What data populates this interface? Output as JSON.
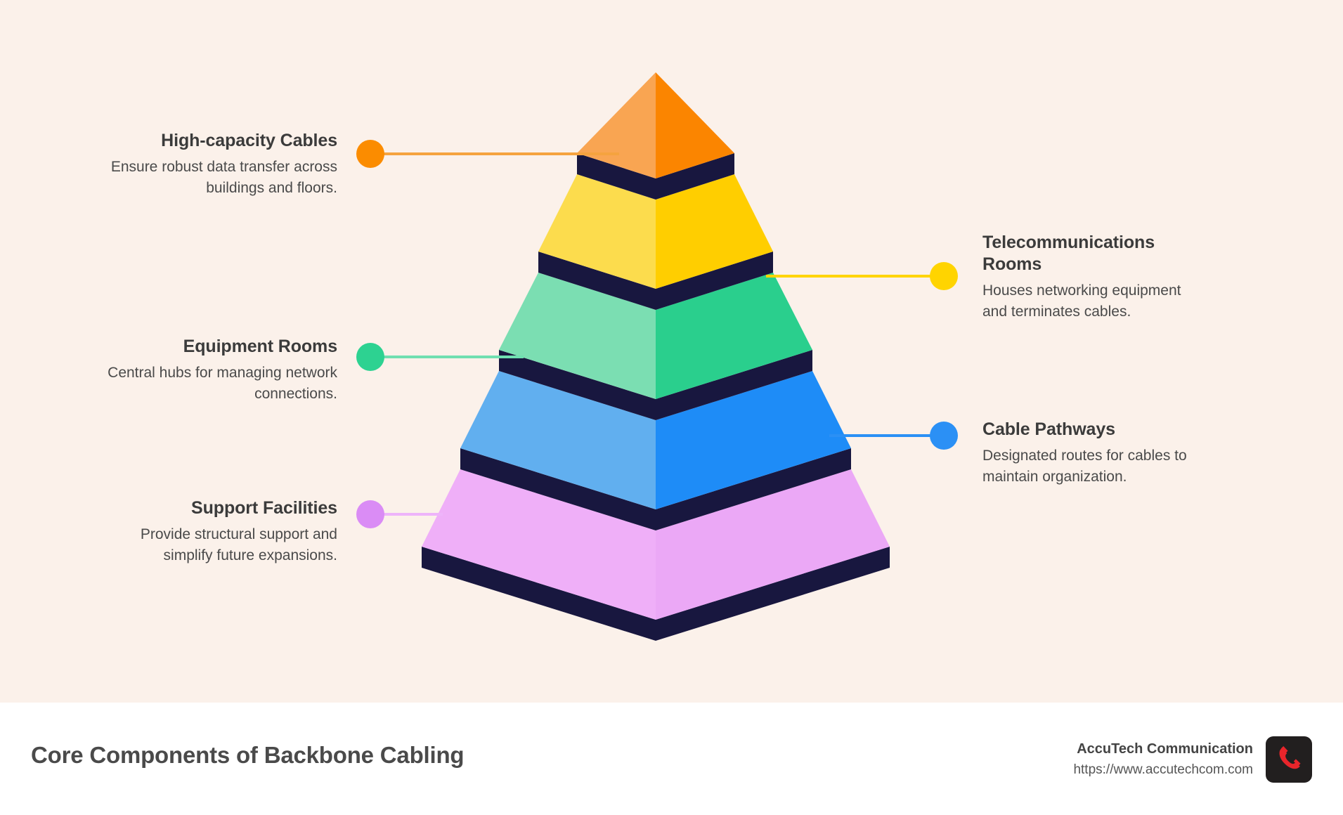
{
  "background": {
    "canvas_color": "#FBF1EA",
    "footer_color": "#FFFFFF"
  },
  "chart_data": {
    "type": "pie",
    "title": "Core Components of Backbone Cabling",
    "subtype": "3d-layered-pyramid",
    "orientation": "apex-top",
    "layer_count": 5,
    "edge_color": "#18173f",
    "categories": [
      "High-capacity Cables",
      "Telecommunications Rooms",
      "Equipment Rooms",
      "Cable Pathways",
      "Support Facilities"
    ],
    "values": [
      1,
      2,
      3,
      4,
      5
    ],
    "legend_position": "sides",
    "layers": [
      {
        "index": 1,
        "title": "High-capacity Cables",
        "description": "Ensure robust data transfer across buildings and floors.",
        "side": "left",
        "dot_color": "#FB8C00",
        "line_color": "#F5A33F",
        "face_left": "#F9A552",
        "face_right": "#FB8500"
      },
      {
        "index": 2,
        "title": "Telecommunications Rooms",
        "description": "Houses networking equipment and terminates cables.",
        "side": "right",
        "dot_color": "#FFD400",
        "line_color": "#FFD400",
        "face_left": "#FCDC4D",
        "face_right": "#FFCE00"
      },
      {
        "index": 3,
        "title": "Equipment Rooms",
        "description": "Central hubs for managing network connections.",
        "side": "left",
        "dot_color": "#2DD291",
        "line_color": "#6FDFB0",
        "face_left": "#7BDEB2",
        "face_right": "#2ACF8D"
      },
      {
        "index": 4,
        "title": "Cable Pathways",
        "description": "Designated routes for cables to maintain organization.",
        "side": "right",
        "dot_color": "#2B90F5",
        "line_color": "#2B90F5",
        "face_left": "#61AFEF",
        "face_right": "#1E8CF7"
      },
      {
        "index": 5,
        "title": "Support Facilities",
        "description": "Provide structural support and simplify future expansions.",
        "side": "left",
        "dot_color": "#DA8CF5",
        "line_color": "#EEB4FA",
        "face_left": "#EFAFF8",
        "face_right": "#EBA8F6"
      }
    ]
  },
  "footer": {
    "title": "Core Components of Backbone Cabling",
    "brand_name": "AccuTech Communication",
    "brand_url": "https://www.accutechcom.com",
    "logo_icon": "telephone-handset-icon",
    "logo_bg": "#221F1F",
    "logo_fg": "#E8252B"
  }
}
